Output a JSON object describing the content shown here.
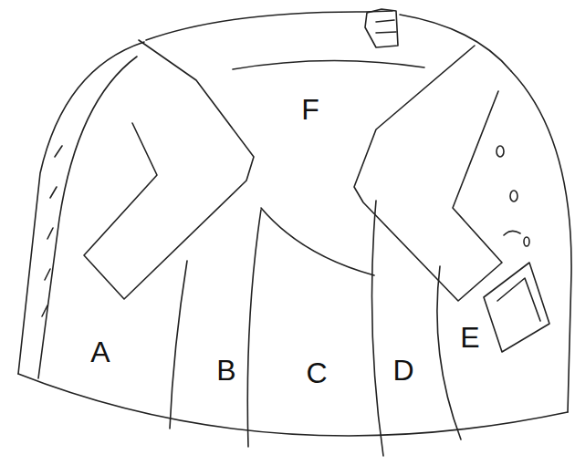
{
  "diagram": {
    "labels": [
      "F",
      "A",
      "B",
      "C",
      "D",
      "E"
    ]
  }
}
